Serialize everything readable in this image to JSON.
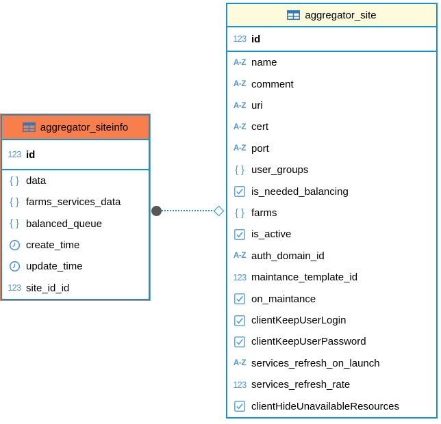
{
  "colors": {
    "border_blue": "#1592CE",
    "icon_blue": "#4D96D2",
    "selected_orange": "#F87E4C",
    "header_yellow": "#FDFBDC",
    "text_color": "#000000",
    "dot_gray": "#575757"
  },
  "icon_glyphs": {
    "number": "123",
    "text": "A-Z",
    "json": "{ }"
  },
  "diagram": {
    "tables": [
      {
        "title": "aggregator_siteinfo",
        "header_bg": "#F87E4C",
        "selected": true,
        "key_field": {
          "name": "id",
          "type": "number"
        },
        "fields": [
          {
            "name": "data",
            "type": "json"
          },
          {
            "name": "farms_services_data",
            "type": "json"
          },
          {
            "name": "balanced_queue",
            "type": "json"
          },
          {
            "name": "create_time",
            "type": "datetime"
          },
          {
            "name": "update_time",
            "type": "datetime"
          },
          {
            "name": "site_id_id",
            "type": "number"
          }
        ]
      },
      {
        "title": "aggregator_site",
        "header_bg": "#FDFBDC",
        "selected": false,
        "key_field": {
          "name": "id",
          "type": "number"
        },
        "fields": [
          {
            "name": "name",
            "type": "text"
          },
          {
            "name": "comment",
            "type": "text"
          },
          {
            "name": "uri",
            "type": "text"
          },
          {
            "name": "cert",
            "type": "text"
          },
          {
            "name": "port",
            "type": "text"
          },
          {
            "name": "user_groups",
            "type": "json"
          },
          {
            "name": "is_needed_balancing",
            "type": "boolean"
          },
          {
            "name": "farms",
            "type": "json"
          },
          {
            "name": "is_active",
            "type": "boolean"
          },
          {
            "name": "auth_domain_id",
            "type": "text"
          },
          {
            "name": "maintance_template_id",
            "type": "number"
          },
          {
            "name": "on_maintance",
            "type": "boolean"
          },
          {
            "name": "clientKeepUserLogin",
            "type": "boolean"
          },
          {
            "name": "clientKeepUserPassword",
            "type": "boolean"
          },
          {
            "name": "services_refresh_on_launch",
            "type": "text"
          },
          {
            "name": "services_refresh_rate",
            "type": "number"
          },
          {
            "name": "clientHideUnavailableResources",
            "type": "boolean"
          }
        ]
      }
    ],
    "relationship": {
      "from_table": "aggregator_siteinfo",
      "to_table": "aggregator_site",
      "line_style": "dotted",
      "from_end": "filled-circle",
      "to_end": "open-diamond"
    }
  }
}
